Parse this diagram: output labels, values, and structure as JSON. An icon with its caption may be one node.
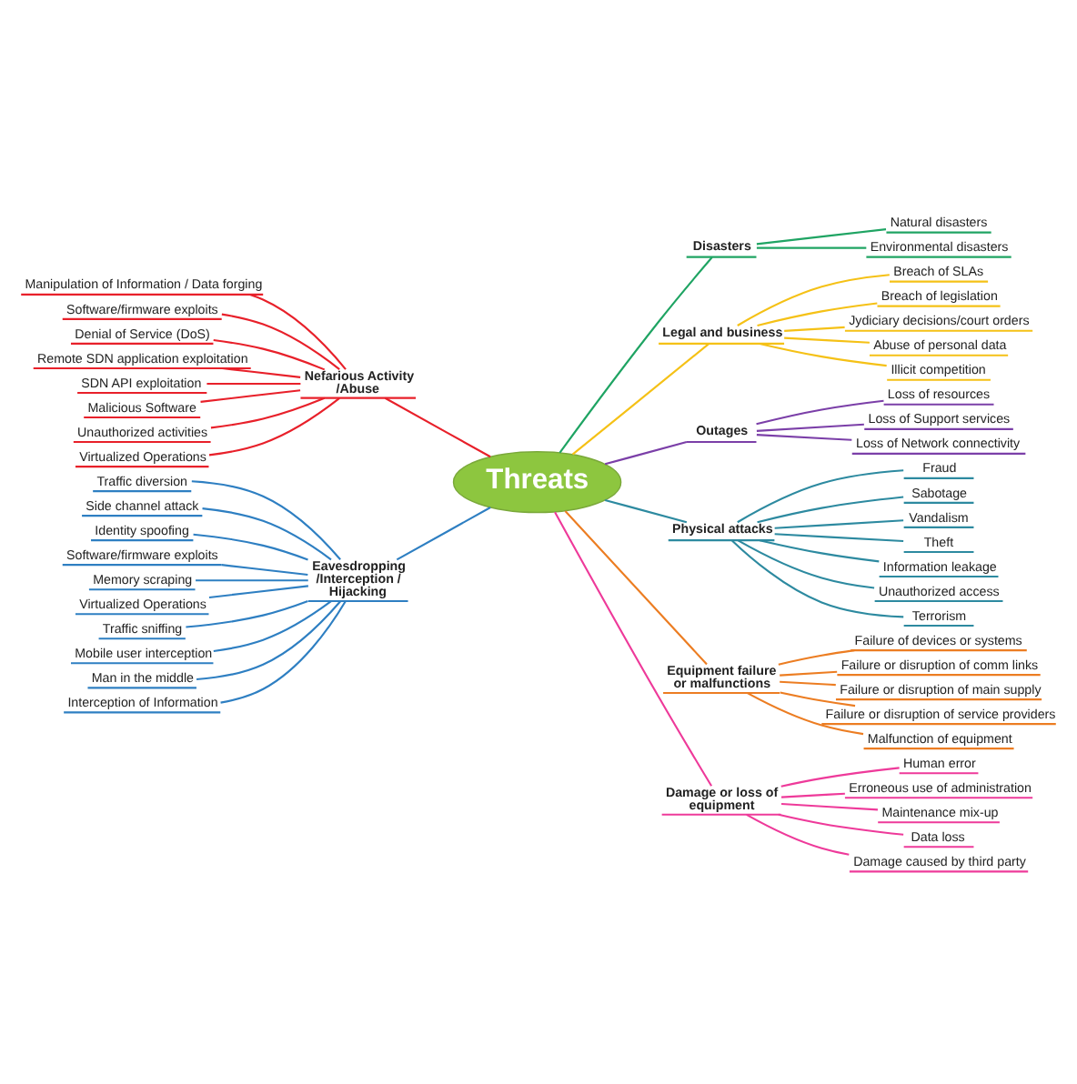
{
  "diagram": {
    "nodes": [
      {
        "text": [
          "Threats"
        ]
      },
      {
        "text": [
          "Nefarious Activity /Abuse"
        ]
      },
      {
        "text": [
          "Manipulation of Information / Data forging"
        ]
      },
      {
        "text": [
          "Software/firmware exploits"
        ]
      },
      {
        "text": [
          "Denial of Service (DoS)"
        ]
      },
      {
        "text": [
          "Remote SDN application exploitation"
        ]
      },
      {
        "text": [
          "SDN API exploitation"
        ]
      },
      {
        "text": [
          "Malicious Software"
        ]
      },
      {
        "text": [
          "Unauthorized activities"
        ]
      },
      {
        "text": [
          "Virtualized Operations"
        ]
      },
      {
        "text": [
          "Eavesdropping /Interception / Hijacking"
        ]
      },
      {
        "text": [
          "Traffic diversion"
        ]
      },
      {
        "text": [
          "Side channel attack"
        ]
      },
      {
        "text": [
          "Identity spoofing"
        ]
      },
      {
        "text": [
          "Software/firmware exploits"
        ]
      },
      {
        "text": [
          "Memory scraping"
        ]
      },
      {
        "text": [
          "Virtualized Operations"
        ]
      },
      {
        "text": [
          "Traffic sniffing"
        ]
      },
      {
        "text": [
          "Mobile user interception"
        ]
      },
      {
        "text": [
          "Man in the middle"
        ]
      },
      {
        "text": [
          "Interception of Information"
        ]
      },
      {
        "text": [
          "Disasters"
        ]
      },
      {
        "text": [
          "Natural disasters"
        ]
      },
      {
        "text": [
          "Environmental disasters"
        ]
      },
      {
        "text": [
          "Legal and business"
        ]
      },
      {
        "text": [
          "Breach of SLAs"
        ]
      },
      {
        "text": [
          "Breach of legislation"
        ]
      },
      {
        "text": [
          "Jydiciary decisions/court orders"
        ]
      },
      {
        "text": [
          "Abuse of personal data"
        ]
      },
      {
        "text": [
          "Illicit competition"
        ]
      },
      {
        "text": [
          "Outages"
        ]
      },
      {
        "text": [
          "Loss of resources"
        ]
      },
      {
        "text": [
          "Loss of Support services"
        ]
      },
      {
        "text": [
          "Loss of Network connectivity"
        ]
      },
      {
        "text": [
          "Physical attacks"
        ]
      },
      {
        "text": [
          "Fraud"
        ]
      },
      {
        "text": [
          "Sabotage"
        ]
      },
      {
        "text": [
          "Vandalism"
        ]
      },
      {
        "text": [
          "Theft"
        ]
      },
      {
        "text": [
          "Information leakage"
        ]
      },
      {
        "text": [
          "Unauthorized access"
        ]
      },
      {
        "text": [
          "Terrorism"
        ]
      },
      {
        "text": [
          "Equipment failure or malfunctions"
        ]
      },
      {
        "text": [
          "Failure of devices or systems"
        ]
      },
      {
        "text": [
          "Failure or disruption of comm links"
        ]
      },
      {
        "text": [
          "Failure or disruption of main supply"
        ]
      },
      {
        "text": [
          "Failure or disruption of service providers"
        ]
      },
      {
        "text": [
          "Malfunction of equipment"
        ]
      },
      {
        "text": [
          "Damage or loss of equipment"
        ]
      },
      {
        "text": [
          "Human error"
        ]
      },
      {
        "text": [
          "Erroneous use of administration"
        ]
      },
      {
        "text": [
          "Maintenance mix-up"
        ]
      },
      {
        "text": [
          "Data loss"
        ]
      },
      {
        "text": [
          "Damage caused by third party"
        ]
      }
    ],
    "edges": [
      {
        "from": 1,
        "to": 0,
        "arrow": "none",
        "color": "#e8202a"
      },
      {
        "from": 2,
        "to": 1,
        "arrow": "none",
        "color": "#e8202a"
      },
      {
        "from": 3,
        "to": 1,
        "arrow": "none",
        "color": "#e8202a"
      },
      {
        "from": 4,
        "to": 1,
        "arrow": "none",
        "color": "#e8202a"
      },
      {
        "from": 5,
        "to": 1,
        "arrow": "none",
        "color": "#e8202a"
      },
      {
        "from": 6,
        "to": 1,
        "arrow": "none",
        "color": "#e8202a"
      },
      {
        "from": 7,
        "to": 1,
        "arrow": "none",
        "color": "#e8202a"
      },
      {
        "from": 8,
        "to": 1,
        "arrow": "none",
        "color": "#e8202a"
      },
      {
        "from": 9,
        "to": 1,
        "arrow": "none",
        "color": "#e8202a"
      },
      {
        "from": 10,
        "to": 0,
        "arrow": "none",
        "color": "#2e7fc2"
      },
      {
        "from": 11,
        "to": 10,
        "arrow": "none",
        "color": "#2e7fc2"
      },
      {
        "from": 12,
        "to": 10,
        "arrow": "none",
        "color": "#2e7fc2"
      },
      {
        "from": 13,
        "to": 10,
        "arrow": "none",
        "color": "#2e7fc2"
      },
      {
        "from": 14,
        "to": 10,
        "arrow": "none",
        "color": "#2e7fc2"
      },
      {
        "from": 15,
        "to": 10,
        "arrow": "none",
        "color": "#2e7fc2"
      },
      {
        "from": 16,
        "to": 10,
        "arrow": "none",
        "color": "#2e7fc2"
      },
      {
        "from": 17,
        "to": 10,
        "arrow": "none",
        "color": "#2e7fc2"
      },
      {
        "from": 18,
        "to": 10,
        "arrow": "none",
        "color": "#2e7fc2"
      },
      {
        "from": 19,
        "to": 10,
        "arrow": "none",
        "color": "#2e7fc2"
      },
      {
        "from": 20,
        "to": 10,
        "arrow": "none",
        "color": "#2e7fc2"
      },
      {
        "from": 0,
        "to": 21,
        "arrow": "none",
        "color": "#1fa463"
      },
      {
        "from": 21,
        "to": 22,
        "arrow": "none",
        "color": "#1fa463"
      },
      {
        "from": 21,
        "to": 23,
        "arrow": "none",
        "color": "#1fa463"
      },
      {
        "from": 0,
        "to": 24,
        "arrow": "none",
        "color": "#f5c116"
      },
      {
        "from": 24,
        "to": 25,
        "arrow": "none",
        "color": "#f5c116"
      },
      {
        "from": 24,
        "to": 26,
        "arrow": "none",
        "color": "#f5c116"
      },
      {
        "from": 24,
        "to": 27,
        "arrow": "none",
        "color": "#f5c116"
      },
      {
        "from": 24,
        "to": 28,
        "arrow": "none",
        "color": "#f5c116"
      },
      {
        "from": 24,
        "to": 29,
        "arrow": "none",
        "color": "#f5c116"
      },
      {
        "from": 0,
        "to": 30,
        "arrow": "none",
        "color": "#7b3fa8"
      },
      {
        "from": 30,
        "to": 31,
        "arrow": "none",
        "color": "#7b3fa8"
      },
      {
        "from": 30,
        "to": 32,
        "arrow": "none",
        "color": "#7b3fa8"
      },
      {
        "from": 30,
        "to": 33,
        "arrow": "none",
        "color": "#7b3fa8"
      },
      {
        "from": 0,
        "to": 34,
        "arrow": "none",
        "color": "#2d8aa0"
      },
      {
        "from": 34,
        "to": 35,
        "arrow": "none",
        "color": "#2d8aa0"
      },
      {
        "from": 34,
        "to": 36,
        "arrow": "none",
        "color": "#2d8aa0"
      },
      {
        "from": 34,
        "to": 37,
        "arrow": "none",
        "color": "#2d8aa0"
      },
      {
        "from": 34,
        "to": 38,
        "arrow": "none",
        "color": "#2d8aa0"
      },
      {
        "from": 34,
        "to": 39,
        "arrow": "none",
        "color": "#2d8aa0"
      },
      {
        "from": 34,
        "to": 40,
        "arrow": "none",
        "color": "#2d8aa0"
      },
      {
        "from": 34,
        "to": 41,
        "arrow": "none",
        "color": "#2d8aa0"
      },
      {
        "from": 0,
        "to": 42,
        "arrow": "none",
        "color": "#ec7d22"
      },
      {
        "from": 42,
        "to": 43,
        "arrow": "none",
        "color": "#ec7d22"
      },
      {
        "from": 42,
        "to": 44,
        "arrow": "none",
        "color": "#ec7d22"
      },
      {
        "from": 42,
        "to": 45,
        "arrow": "none",
        "color": "#ec7d22"
      },
      {
        "from": 42,
        "to": 46,
        "arrow": "none",
        "color": "#ec7d22"
      },
      {
        "from": 42,
        "to": 47,
        "arrow": "none",
        "color": "#ec7d22"
      },
      {
        "from": 0,
        "to": 48,
        "arrow": "none",
        "color": "#ee3a9a"
      },
      {
        "from": 48,
        "to": 49,
        "arrow": "none",
        "color": "#ee3a9a"
      },
      {
        "from": 48,
        "to": 50,
        "arrow": "none",
        "color": "#ee3a9a"
      },
      {
        "from": 48,
        "to": 51,
        "arrow": "none",
        "color": "#ee3a9a"
      },
      {
        "from": 48,
        "to": 52,
        "arrow": "none",
        "color": "#ee3a9a"
      },
      {
        "from": 48,
        "to": 53,
        "arrow": "none",
        "color": "#ee3a9a"
      }
    ]
  }
}
